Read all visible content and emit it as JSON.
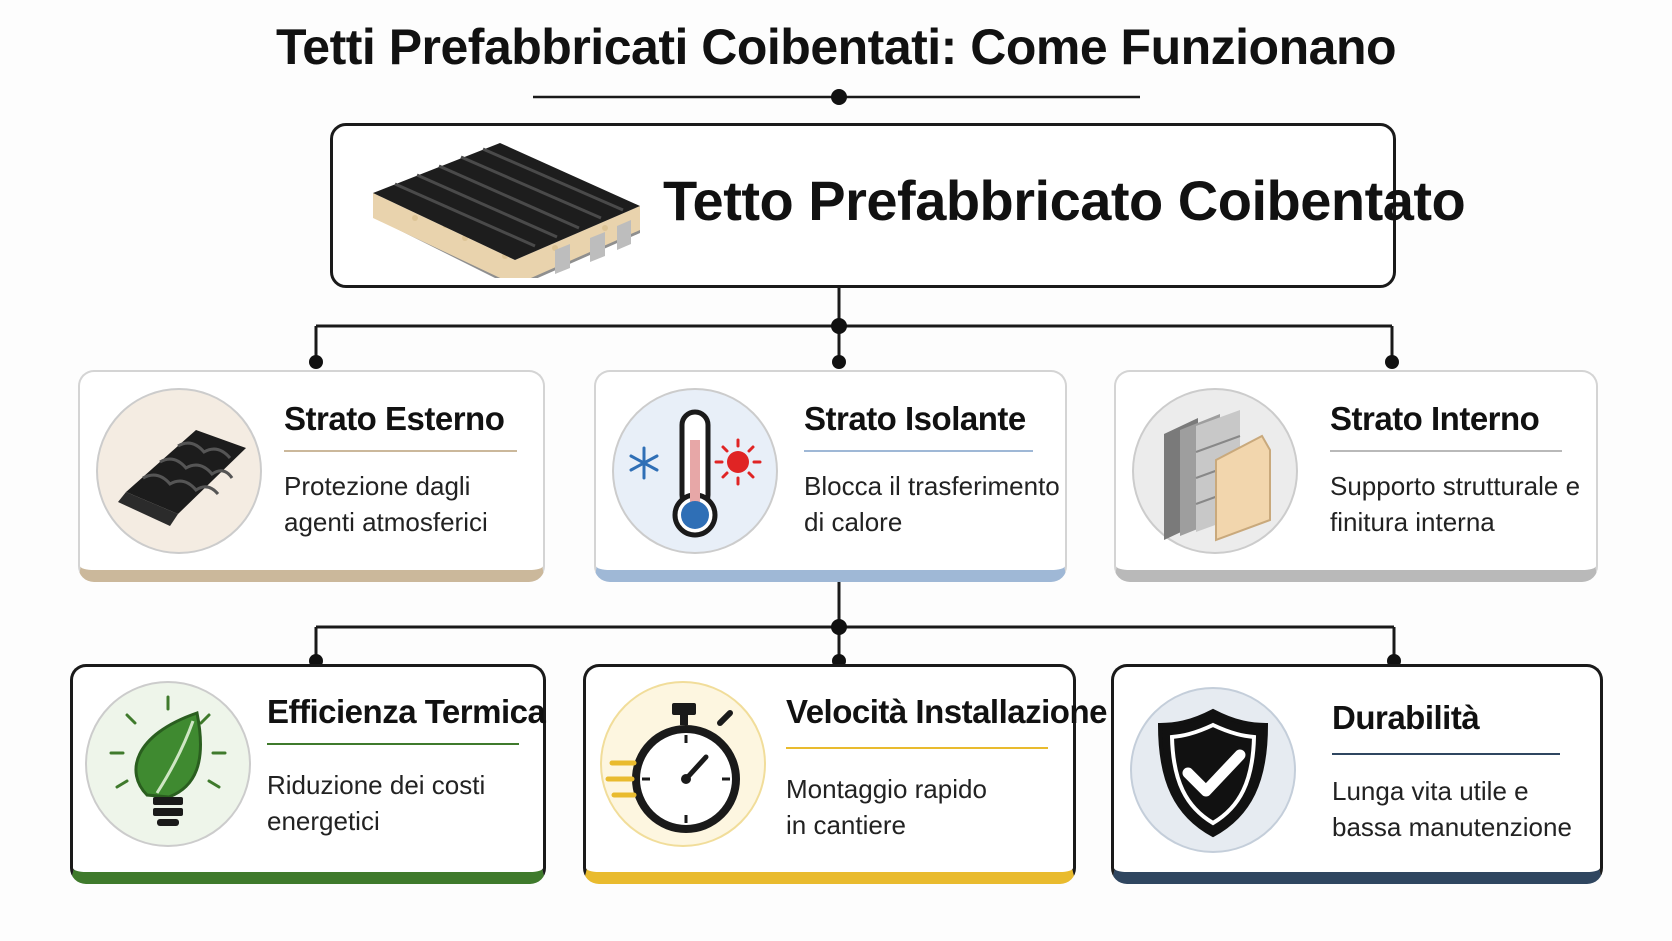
{
  "title": "Tetti Prefabbricati Coibentati: Come Funzionano",
  "root": {
    "label": "Tetto Prefabbricato Coibentato",
    "icon": "roof-panel-icon"
  },
  "layers": [
    {
      "title": "Strato Esterno",
      "desc_lines": [
        "Protezione dagli",
        "agenti atmosferici"
      ],
      "icon": "roof-tile-icon",
      "accent": "#cbb89b",
      "circle_bg": "#f4ece2"
    },
    {
      "title": "Strato Isolante",
      "desc_lines": [
        "Blocca il trasferimento",
        "di calore"
      ],
      "icon": "thermometer-icon",
      "accent": "#9fb8d6",
      "circle_bg": "#e8eff8"
    },
    {
      "title": "Strato Interno",
      "desc_lines": [
        "Supporto strutturale e",
        "finitura interna"
      ],
      "icon": "wall-layers-icon",
      "accent": "#b9b9b9",
      "circle_bg": "#ececec"
    }
  ],
  "benefits": [
    {
      "title": "Efficienza Termica",
      "desc_lines": [
        "Riduzione dei costi",
        "energetici"
      ],
      "icon": "leaf-bulb-icon",
      "accent": "#3f7a2c",
      "circle_bg": "#eef5ea"
    },
    {
      "title": "Velocità Installazione",
      "desc_lines": [
        "Montaggio rapido",
        "in cantiere"
      ],
      "icon": "stopwatch-icon",
      "accent": "#e9bb2e",
      "circle_bg": "#fdf6e0"
    },
    {
      "title": "Durabilità",
      "desc_lines": [
        "Lunga vita utile e",
        "bassa manutenzione"
      ],
      "icon": "shield-check-icon",
      "accent": "#2f4660",
      "circle_bg": "#e6ebf1"
    }
  ]
}
